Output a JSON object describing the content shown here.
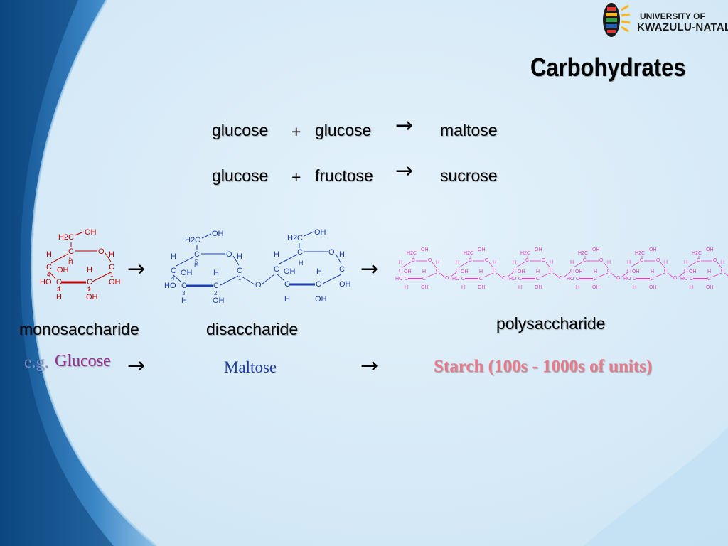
{
  "logo": {
    "line1": "UNIVERSITY OF",
    "line2": "KWAZULU-NATAL"
  },
  "title": "Carbohydrates",
  "reactions": [
    {
      "a": "glucose",
      "op": "+",
      "b": "glucose",
      "arrow": "→",
      "product": "maltose"
    },
    {
      "a": "glucose",
      "op": "+",
      "b": "fructose",
      "arrow": "→",
      "product": "sucrose"
    }
  ],
  "labels": {
    "mono": "monosaccharide",
    "di": "disaccharide",
    "poly": "polysaccharide"
  },
  "examples": {
    "eg": "e.g.",
    "glucose": "Glucose",
    "maltose": "Maltose",
    "starch": "Starch (100s  - 1000s of units)",
    "arrow": "→"
  },
  "structure_text": {
    "h2c": "H2C",
    "oh": "OH",
    "c": "C",
    "o": "O",
    "h": "H",
    "ho": "HO",
    "n1": "1",
    "n2": "2",
    "n3": "3",
    "n4": "4",
    "n5": "5"
  },
  "colors": {
    "mono": "#c00000",
    "di": "#1f3fb0",
    "poly": "#e040c8",
    "glucose_text": "#9b2d8f",
    "eg_text": "#7a93c8",
    "maltose_text": "#1f3a9e",
    "starch_text": "#e87a8a"
  }
}
